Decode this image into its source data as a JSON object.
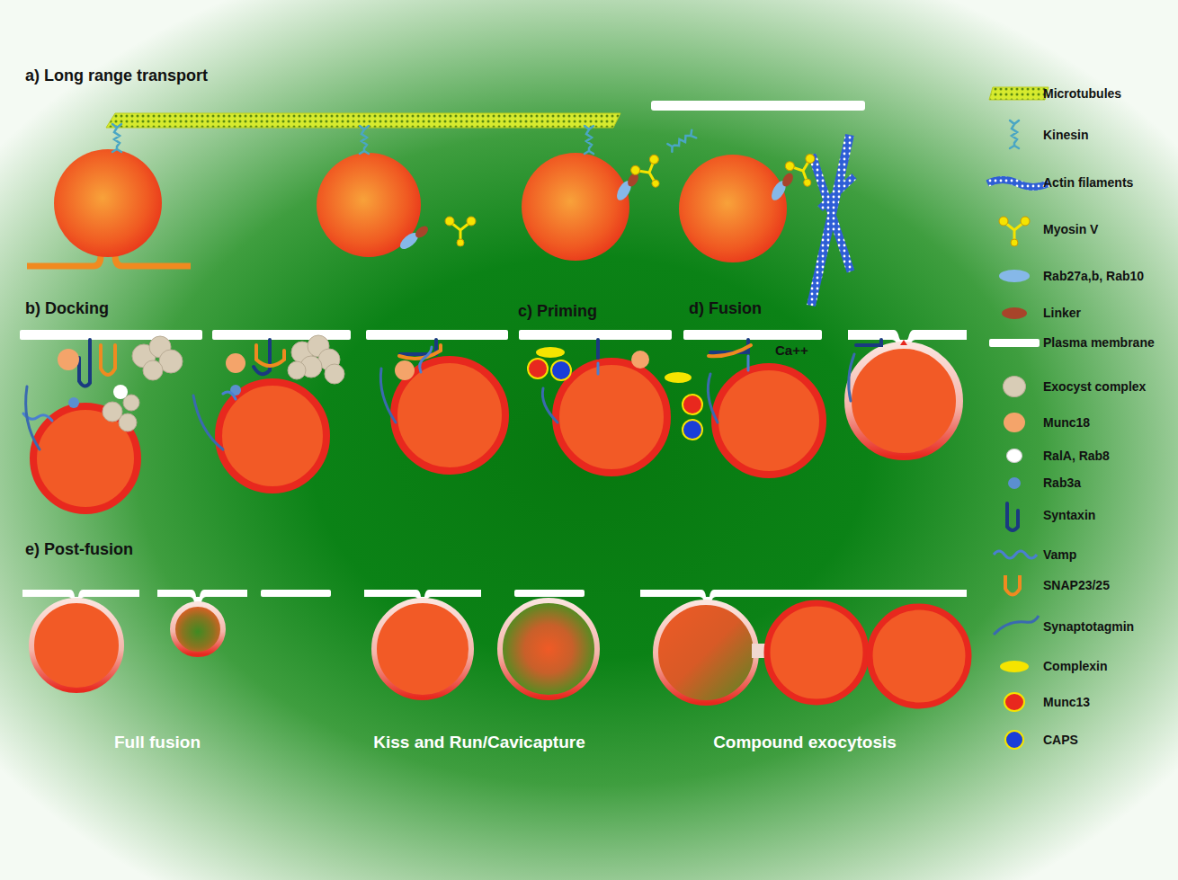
{
  "diagram": {
    "labels": [
      "a) Long range transport",
      "b) Docking",
      "c) Priming",
      "d) Fusion",
      "Ca++",
      "e) Post-fusion",
      "Full fusion",
      "Kiss and Run/Cavicapture",
      "Compound exocytosis"
    ],
    "legend": [
      {
        "text": "Microtubules"
      },
      {
        "text": "Kinesin"
      },
      {
        "text": "Actin filaments"
      },
      {
        "text": "Myosin V"
      },
      {
        "text": "Rab27a,b, Rab10",
        "color": "#86b8e8"
      },
      {
        "text": "Linker",
        "color": "#a8442a"
      },
      {
        "text": "Plasma membrane",
        "color": "#ffffff"
      },
      {
        "text": "Exocyst complex",
        "color": "#d8ccb6"
      },
      {
        "text": "Munc18",
        "color": "#f4a46a"
      },
      {
        "text": "RalA, Rab8",
        "color": "#ffffff"
      },
      {
        "text": "Rab3a",
        "color": "#5b8fd0"
      },
      {
        "text": "Syntaxin"
      },
      {
        "text": "Vamp"
      },
      {
        "text": "SNAP23/25"
      },
      {
        "text": "Synaptotagmin"
      },
      {
        "text": "Complexin",
        "color": "#f5e400"
      },
      {
        "text": "Munc13",
        "color": "#e8281e"
      },
      {
        "text": "CAPS",
        "color": "#1a3ed8"
      }
    ]
  }
}
